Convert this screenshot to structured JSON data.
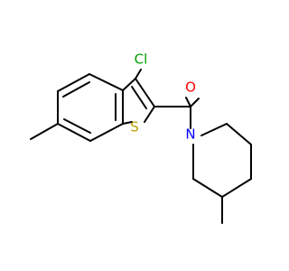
{
  "molecule": {
    "atoms": [
      {
        "symbol": "Cl",
        "color": "#00a000"
      },
      {
        "symbol": "O",
        "color": "#ff0000"
      },
      {
        "symbol": "S",
        "color": "#b8a000"
      },
      {
        "symbol": "N",
        "color": "#0000ff"
      }
    ]
  }
}
